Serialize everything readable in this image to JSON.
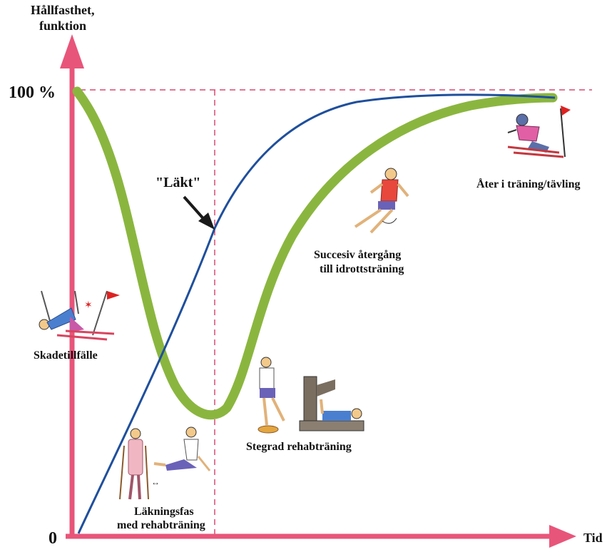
{
  "axes": {
    "y_title_line1": "Hållfasthet,",
    "y_title_line2": "funktion",
    "x_title": "Tid",
    "y_top_tick": "100 %",
    "origin_tick": "0"
  },
  "callout": {
    "text": "\"Läkt\""
  },
  "phases": {
    "injury": "Skadetillfälle",
    "healing_line1": "Läkningsfas",
    "healing_line2": "med rehabträning",
    "graded": "Stegrad rehabträning",
    "return_line1": "Succesiv återgång",
    "return_line2": "till idrottsträning",
    "back": "Åter i träning/tävling"
  },
  "colors": {
    "axis": "#e8557a",
    "guide": "#d94a72",
    "function_curve": "#8ab63f",
    "strength_curve": "#1f4f9c",
    "arrow": "#1a1a1a"
  },
  "icons": {
    "injury": "skier-falling-icon",
    "healing": "crutches-and-stretching-figures-icon",
    "graded": "balance-board-and-leg-press-icon",
    "return": "runner-icon",
    "back": "skier-racing-icon"
  }
}
